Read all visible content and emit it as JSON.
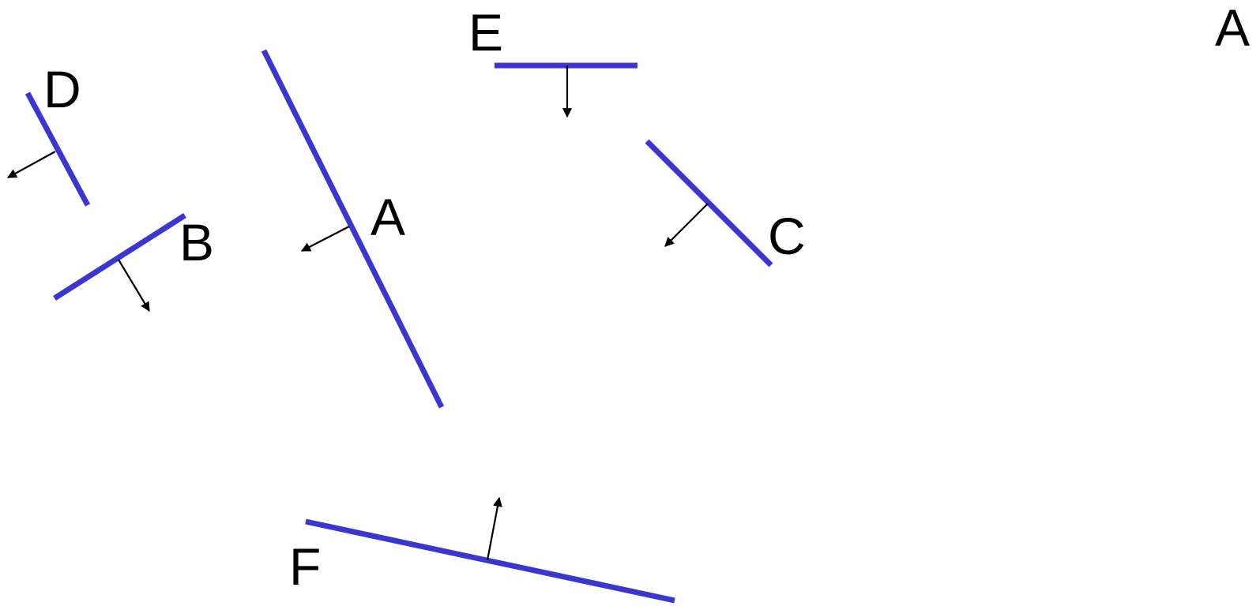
{
  "colors": {
    "segment": "#3a36cf",
    "normal_arrow": "#000000",
    "label": "#000000",
    "background": "#ffffff"
  },
  "corner_label": "A",
  "segments": [
    {
      "id": "D",
      "label": "D"
    },
    {
      "id": "B",
      "label": "B"
    },
    {
      "id": "A",
      "label": "A"
    },
    {
      "id": "E",
      "label": "E"
    },
    {
      "id": "C",
      "label": "C"
    },
    {
      "id": "F",
      "label": "F"
    }
  ]
}
